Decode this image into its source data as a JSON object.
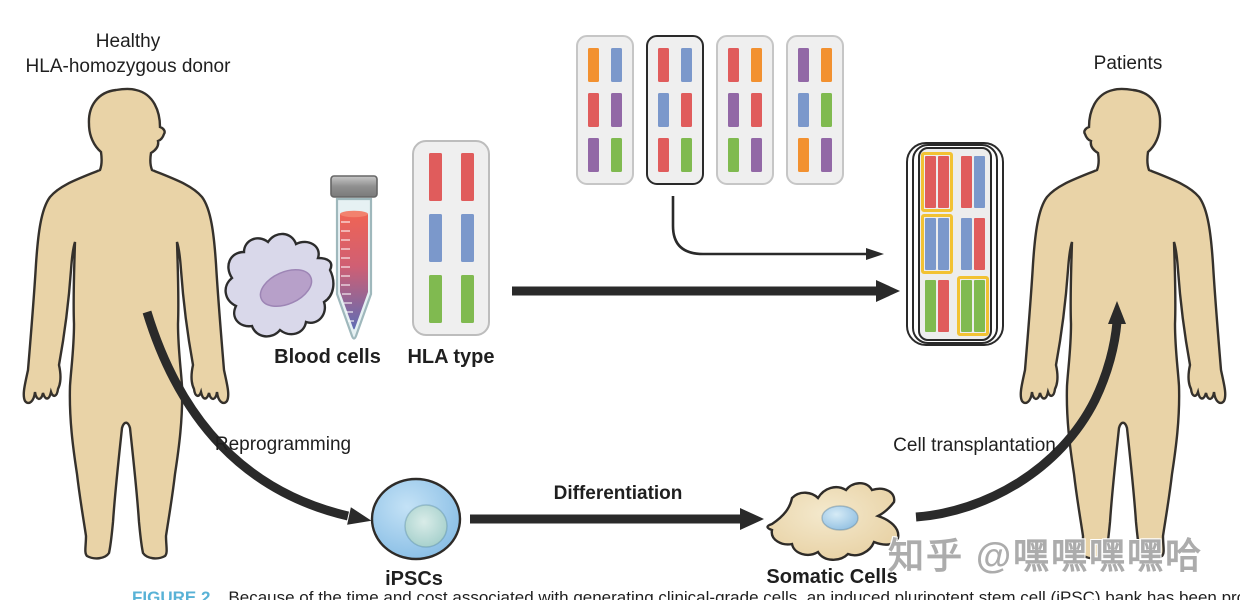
{
  "labels": {
    "donor_line1": "Healthy",
    "donor_line2": "HLA-homozygous donor",
    "blood_cells": "Blood cells",
    "hla_type": "HLA type",
    "patients": "Patients",
    "reprogramming": "Reprogramming",
    "ipscs": "iPSCs",
    "differentiation": "Differentiation",
    "somatic_cells": "Somatic Cells",
    "cell_transplantation": "Cell transplantation"
  },
  "watermark": "知乎 @嘿嘿嘿嘿哈",
  "caption": {
    "figure_label": "FIGURE 2",
    "text": "Because of the time and cost associated with generating clinical-grade cells, an induced pluripotent stem cell (iPSC) bank has been proposed."
  },
  "colors": {
    "red": "#e05c5c",
    "blue": "#7b98cb",
    "green": "#80ba50",
    "orange": "#f29130",
    "purple": "#9268a6",
    "skin": "#e9d3a7",
    "outline": "#35312c",
    "card_bg": "#efefef",
    "card_border": "#c6c6c6",
    "highlight_border": "#2a2a2a",
    "match_yellow": "#f2c233",
    "figure_label_blue": "#58b2d6",
    "arrow": "#2a2a2a"
  },
  "hla_panel_rows": [
    [
      "red",
      "red"
    ],
    [
      "blue",
      "blue"
    ],
    [
      "green",
      "green"
    ]
  ],
  "haplotype_cards": [
    {
      "highlighted": false,
      "rows": [
        [
          "orange",
          "blue"
        ],
        [
          "red",
          "purple"
        ],
        [
          "purple",
          "green"
        ]
      ]
    },
    {
      "highlighted": true,
      "rows": [
        [
          "red",
          "blue"
        ],
        [
          "blue",
          "red"
        ],
        [
          "red",
          "green"
        ]
      ]
    },
    {
      "highlighted": false,
      "rows": [
        [
          "red",
          "orange"
        ],
        [
          "purple",
          "red"
        ],
        [
          "green",
          "purple"
        ]
      ]
    },
    {
      "highlighted": false,
      "rows": [
        [
          "purple",
          "orange"
        ],
        [
          "blue",
          "green"
        ],
        [
          "orange",
          "purple"
        ]
      ]
    }
  ],
  "match_panel_rows": [
    [
      {
        "bars": [
          "red",
          "red"
        ],
        "matched": true
      },
      {
        "bars": [
          "red",
          "blue"
        ],
        "matched": false
      }
    ],
    [
      {
        "bars": [
          "blue",
          "blue"
        ],
        "matched": true
      },
      {
        "bars": [
          "blue",
          "red"
        ],
        "matched": false
      }
    ],
    [
      {
        "bars": [
          "green",
          "red"
        ],
        "matched": false
      },
      {
        "bars": [
          "green",
          "green"
        ],
        "matched": true
      }
    ]
  ]
}
